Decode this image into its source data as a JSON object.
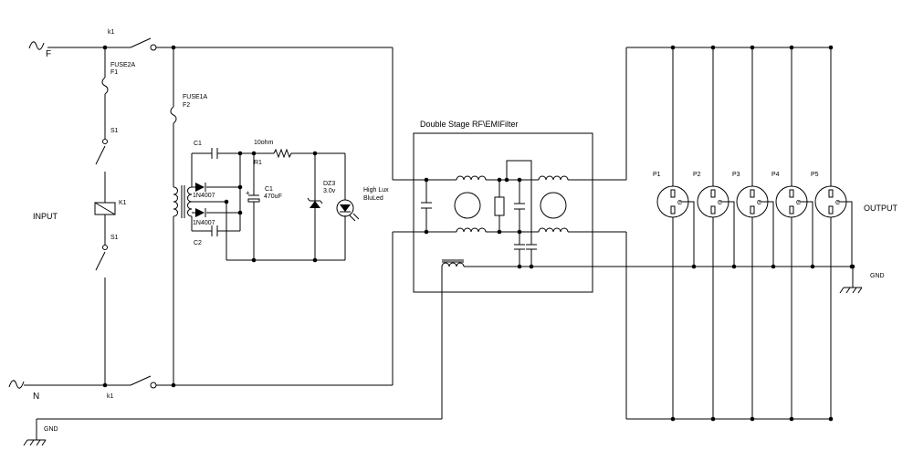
{
  "labels": {
    "phase": "F",
    "neutral": "N",
    "input": "INPUT",
    "output": "OUTPUT",
    "gnd_left": "GND",
    "gnd_right": "GND",
    "k1_top": "k1",
    "k1_bottom": "k1",
    "fuse2a": "FUSE2A",
    "f1": "F1",
    "fuse1a": "FUSE1A",
    "f2": "F2",
    "s1_top": "S1",
    "s1_bottom": "S1",
    "relay_k1": "K1",
    "c1_top": "C1",
    "r_value": "10ohm",
    "r1": "R1",
    "c1_cap": "C1",
    "c1_value": "470uF",
    "diode_top": "1N4007",
    "diode_bottom": "1N4007",
    "c2": "C2",
    "dz3": "DZ3",
    "dz3_value": "3.0v",
    "led_line1": "High Lux",
    "led_line2": "BluLed",
    "filter_title": "Double Stage RF\\EMIFilter",
    "plus": "+"
  },
  "sockets": [
    "P1",
    "P2",
    "P3",
    "P4",
    "P5"
  ],
  "socket_glyph": "C"
}
